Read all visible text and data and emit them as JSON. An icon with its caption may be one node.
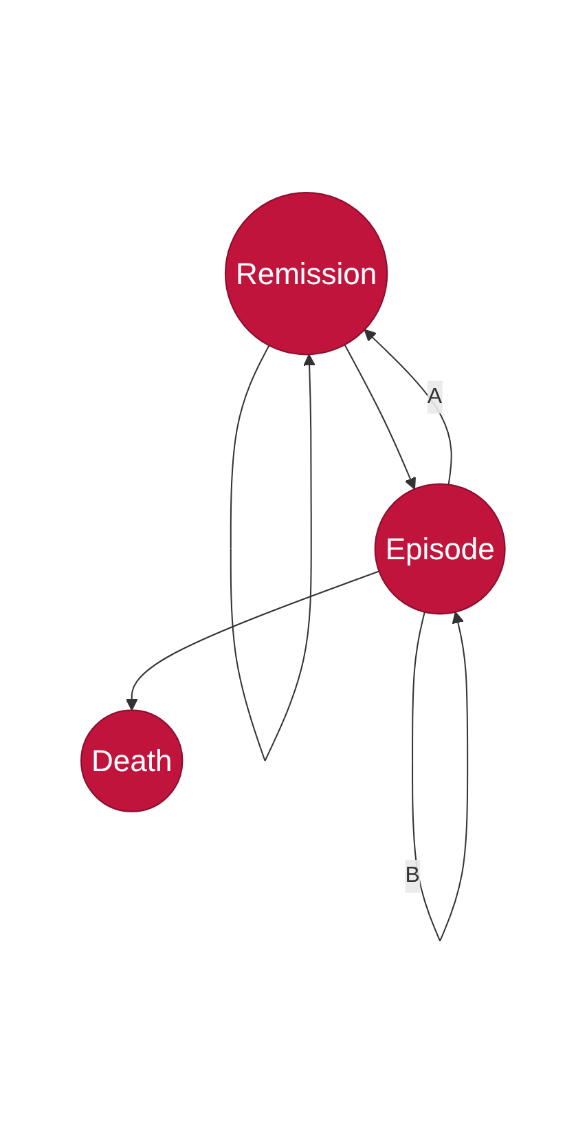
{
  "diagram": {
    "nodes": [
      {
        "text": [
          "Remission"
        ]
      },
      {
        "text": [
          "Episode"
        ]
      },
      {
        "text": [
          "Death"
        ]
      }
    ],
    "edges": [
      {
        "from": 0,
        "to": 0,
        "arrow": "to"
      },
      {
        "from": 0,
        "to": 1,
        "arrow": "to"
      },
      {
        "from": 1,
        "to": 0,
        "arrow": "to",
        "label": "A"
      },
      {
        "from": 1,
        "to": 1,
        "arrow": "to",
        "label": "B"
      },
      {
        "from": 1,
        "to": 2,
        "arrow": "to"
      }
    ]
  }
}
